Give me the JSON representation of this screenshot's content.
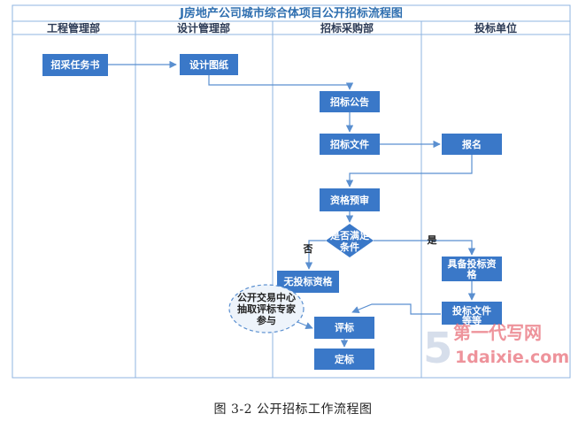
{
  "diagram": {
    "title": "J房地产公司城市综合体项目公开招标流程图",
    "lanes": [
      "工程管理部",
      "设计管理部",
      "招标采购部",
      "投标单位"
    ],
    "nodes": {
      "task": "招采任务书",
      "design": "设计图纸",
      "announce": "招标公告",
      "docs": "招标文件",
      "register": "报名",
      "prequal": "资格预审",
      "decision_line1": "是否满足",
      "decision_line2": "条件",
      "no_qual": "无投标资格",
      "has_qual_line1": "具备投标资",
      "has_qual_line2": "格",
      "bid_doc_line1": "投标文件",
      "bid_doc_line2": "等等",
      "evaluate": "评标",
      "award": "定标",
      "experts_line1": "公开交易中心",
      "experts_line2": "抽取评标专家",
      "experts_line3": "参与"
    },
    "branch_yes": "是",
    "branch_no": "否"
  },
  "watermark": {
    "brand": "第一代写网",
    "url": "1daixie.com",
    "logo": "5"
  },
  "caption": "图 3-2  公开招标工作流程图"
}
